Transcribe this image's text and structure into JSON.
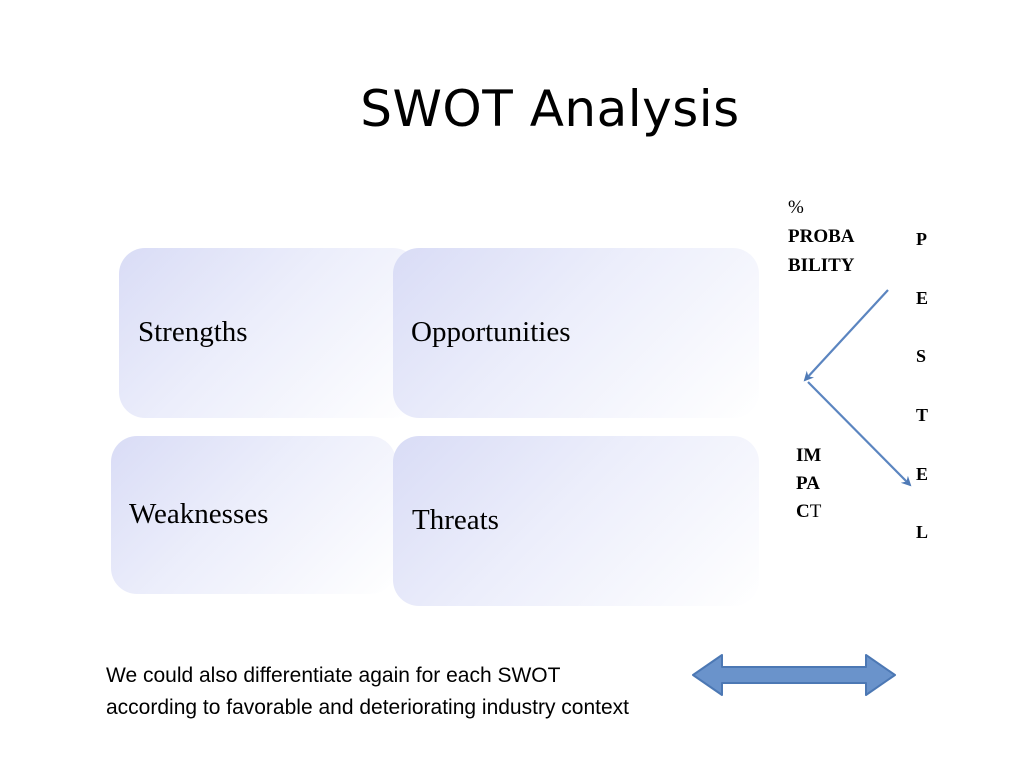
{
  "slide": {
    "title": "SWOT Analysis"
  },
  "swot": {
    "strengths": "Strengths",
    "opportunities": "Opportunities",
    "weaknesses": "Weaknesses",
    "threats": "Threats"
  },
  "probability": {
    "line1": "%",
    "line2": "PROBA",
    "line3": "BILITY"
  },
  "impact": {
    "line1": "IM",
    "line2": "PA",
    "line3_bold": "C",
    "line3_rest": "T"
  },
  "pestel": [
    "P",
    "E",
    "S",
    "T",
    "E",
    "L"
  ],
  "footer": {
    "note": "We could also differentiate again for each SWOT according to favorable and deteriorating industry context"
  },
  "colors": {
    "box_gradient_start": "#d9dcf6",
    "box_gradient_end": "#ffffff",
    "arrow": "#5b85c0",
    "arrow_outline": "#3c6aa6"
  }
}
